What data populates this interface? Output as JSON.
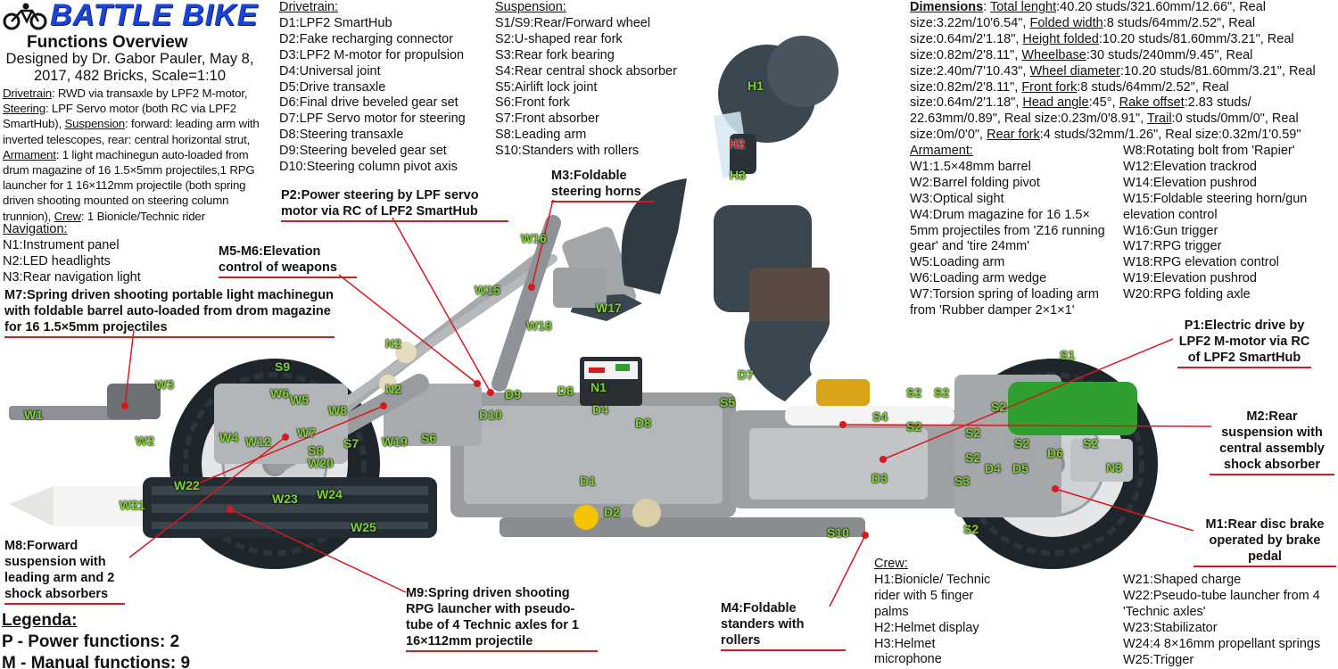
{
  "header": {
    "logo_title": "BATTLE BIKE",
    "subtitle": "Functions Overview",
    "designer_line": "Designed by Dr. Gabor Pauler, May 8, 2017, 482 Bricks, Scale=1:10",
    "description_parts": [
      {
        "label": "Drivetrain",
        "text": ": RWD via transaxle by LPF2 M-motor, "
      },
      {
        "label": "Steering",
        "text": ": LPF Servo motor (both RC via LPF2 SmartHub), "
      },
      {
        "label": "Suspension",
        "text": ": forward: leading arm with inverted telescopes, rear: central horizontal strut, "
      },
      {
        "label": "Armament",
        "text": ": 1 light machinegun auto-loaded from drum magazine of 16 1.5×5mm projectiles,1 RPG launcher for 1 16×112mm projectile (both spring driven shooting mounted on steering column trunnion), "
      },
      {
        "label": "Crew",
        "text": ": 1 Bionicle/Technic rider"
      }
    ]
  },
  "navigation": {
    "title": "Navigation:",
    "items": [
      "N1:Instrument panel",
      "N2:LED headlights",
      "N3:Rear navigation light"
    ]
  },
  "drivetrain": {
    "title": "Drivetrain:",
    "items": [
      "D1:LPF2 SmartHub",
      "D2:Fake recharging connector",
      "D3:LPF2 M-motor for propulsion",
      "D4:Universal joint",
      "D5:Drive transaxle",
      "D6:Final drive beveled gear set",
      "D7:LPF Servo motor for steering",
      "D8:Steering transaxle",
      "D9:Steering beveled gear set",
      "D10:Steering column pivot axis"
    ]
  },
  "suspension": {
    "title": "Suspension:",
    "items": [
      "S1/S9:Rear/Forward wheel",
      "S2:U-shaped rear fork",
      "S3:Rear fork bearing",
      "S4:Rear central shock absorber",
      "S5:Airlift lock joint",
      "S6:Front fork",
      "S7:Front absorber",
      "S8:Leading arm",
      "S10:Standers with rollers"
    ]
  },
  "dimensions": {
    "parts": [
      {
        "label": "Dimensions",
        "text": ": ",
        "bold": true
      },
      {
        "label": "Total lenght",
        "text": ":40.20 studs/321.60mm/12.66\", Real size:3.22m/10'6.54\", "
      },
      {
        "label": "Folded width",
        "text": ":8 studs/64mm/2.52\", Real size:0.64m/2'1.18\", "
      },
      {
        "label": "Height folded",
        "text": ":10.20 studs/81.60mm/3.21\", Real size:0.82m/2'8.11\", "
      },
      {
        "label": "Wheelbase",
        "text": ":30 studs/240mm/9.45\", Real size:2.40m/7'10.43\", "
      },
      {
        "label": "Wheel diameter",
        "text": ":10.20 studs/81.60mm/3.21\", Real size:0.82m/2'8.11\", "
      },
      {
        "label": "Front fork",
        "text": ":8 studs/64mm/2.52\", Real size:0.64m/2'1.18\", "
      },
      {
        "label": "Head angle",
        "text": ":45°, "
      },
      {
        "label": "Rake offset",
        "text": ":2.83 studs/ 22.63mm/0.89\", Real size:0.23m/0'8.91\", "
      },
      {
        "label": "Trail",
        "text": ":0 studs/0mm/0\", Real size:0m/0'0\", "
      },
      {
        "label": "Rear fork",
        "text": ":4 studs/32mm/1.26\", Real size:0.32m/1'0.59\""
      }
    ]
  },
  "armament": {
    "title": "Armament:",
    "col1": [
      "W1:1.5×48mm barrel",
      "W2:Barrel folding pivot",
      "W3:Optical sight",
      "W4:Drum magazine for 16 1.5× 5mm projectiles from 'Z16 running gear' and 'tire 24mm'",
      "W5:Loading arm",
      "W6:Loading arm wedge",
      "W7:Torsion spring of loading arm from 'Rubber damper 2×1×1'"
    ],
    "col2": [
      "W8:Rotating bolt from 'Rapier'",
      "W12:Elevation trackrod",
      "W14:Elevation pushrod",
      "W15:Foldable steering horn/gun elevation control",
      "W16:Gun trigger",
      "W17:RPG trigger",
      "W18:RPG elevation control",
      "W19:Elevation pushrod",
      "W20:RPG folding axle"
    ],
    "col3": [
      "W21:Shaped charge",
      "W22:Pseudo-tube launcher from 4 'Technic axles'",
      "W23:Stabilizator",
      "W24:4 8×16mm propellant springs",
      "W25:Trigger"
    ]
  },
  "crew": {
    "title": "Crew:",
    "items": [
      "H1:Bionicle/ Technic rider with 5 finger palms",
      "H2:Helmet display",
      "H3:Helmet microphone"
    ]
  },
  "callouts": {
    "p1": "P1:Electric drive by LPF2 M-motor via RC of LPF2 SmartHub",
    "p2": "P2:Power steering by LPF servo motor via RC of LPF2 SmartHub",
    "m1": "M1:Rear disc brake operated by brake pedal",
    "m2": "M2:Rear suspension with central assembly shock absorber",
    "m3": "M3:Foldable steering horns",
    "m4": "M4:Foldable standers with rollers",
    "m56": "M5-M6:Elevation control of weapons",
    "m7": "M7:Spring driven shooting portable light machinegun with foldable barrel auto-loaded from drom magazine for 16 1.5×5mm projectiles",
    "m8": "M8:Forward suspension with leading arm and 2 shock absorbers",
    "m9": "M9:Spring driven shooting RPG launcher with pseudo-tube of 4 Technic axles for 1 16×112mm projectile"
  },
  "legend": {
    "title": "Legenda:",
    "power": "P - Power functions: 2",
    "manual": "M - Manual functions: 9"
  },
  "model_labels": [
    {
      "id": "H1",
      "text": "H1"
    },
    {
      "id": "H2",
      "text": "H2"
    },
    {
      "id": "H3",
      "text": "H3"
    },
    {
      "id": "W16",
      "text": "W16"
    },
    {
      "id": "W15",
      "text": "W15"
    },
    {
      "id": "W17",
      "text": "W17"
    },
    {
      "id": "W18",
      "text": "W18"
    },
    {
      "id": "N2a",
      "text": "N2"
    },
    {
      "id": "N2b",
      "text": "N2"
    },
    {
      "id": "N1",
      "text": "N1"
    },
    {
      "id": "N3",
      "text": "N3"
    },
    {
      "id": "S9",
      "text": "S9"
    },
    {
      "id": "S1",
      "text": "S1"
    },
    {
      "id": "S5",
      "text": "S5"
    },
    {
      "id": "S4",
      "text": "S4"
    },
    {
      "id": "S6",
      "text": "S6"
    },
    {
      "id": "S7",
      "text": "S7"
    },
    {
      "id": "S8",
      "text": "S8"
    },
    {
      "id": "S3",
      "text": "S3"
    },
    {
      "id": "S10",
      "text": "S10"
    },
    {
      "id": "S2a",
      "text": "S2"
    },
    {
      "id": "S2b",
      "text": "S2"
    },
    {
      "id": "S2c",
      "text": "S2"
    },
    {
      "id": "S2d",
      "text": "S2"
    },
    {
      "id": "S2e",
      "text": "S2"
    },
    {
      "id": "S2f",
      "text": "S2"
    },
    {
      "id": "S2g",
      "text": "S2"
    },
    {
      "id": "S2h",
      "text": "S2"
    },
    {
      "id": "S2i",
      "text": "S2"
    },
    {
      "id": "D1",
      "text": "D1"
    },
    {
      "id": "D2",
      "text": "D2"
    },
    {
      "id": "D3",
      "text": "D3"
    },
    {
      "id": "D4a",
      "text": "D4"
    },
    {
      "id": "D4b",
      "text": "D4"
    },
    {
      "id": "D5",
      "text": "D5"
    },
    {
      "id": "D6",
      "text": "D6"
    },
    {
      "id": "D7",
      "text": "D7"
    },
    {
      "id": "D8a",
      "text": "D8"
    },
    {
      "id": "D8b",
      "text": "D8"
    },
    {
      "id": "D9",
      "text": "D9"
    },
    {
      "id": "D10",
      "text": "D10"
    },
    {
      "id": "W1",
      "text": "W1"
    },
    {
      "id": "W2",
      "text": "W2"
    },
    {
      "id": "W3",
      "text": "W3"
    },
    {
      "id": "W4",
      "text": "W4"
    },
    {
      "id": "W5",
      "text": "W5"
    },
    {
      "id": "W6",
      "text": "W6"
    },
    {
      "id": "W7",
      "text": "W7"
    },
    {
      "id": "W8",
      "text": "W8"
    },
    {
      "id": "W12",
      "text": "W12"
    },
    {
      "id": "W19",
      "text": "W19"
    },
    {
      "id": "W20",
      "text": "W20"
    },
    {
      "id": "W21",
      "text": "W21"
    },
    {
      "id": "W22",
      "text": "W22"
    },
    {
      "id": "W23",
      "text": "W23"
    },
    {
      "id": "W24",
      "text": "W24"
    },
    {
      "id": "W25",
      "text": "W25"
    }
  ],
  "colors": {
    "title_blue": "#1a44d6",
    "callout_red": "#d71920",
    "label_green": "#7fd12c",
    "wheel": "#1e262c",
    "frame": "#8a8d90",
    "rider": "#3a4650",
    "accent_green": "#2fa02f"
  }
}
